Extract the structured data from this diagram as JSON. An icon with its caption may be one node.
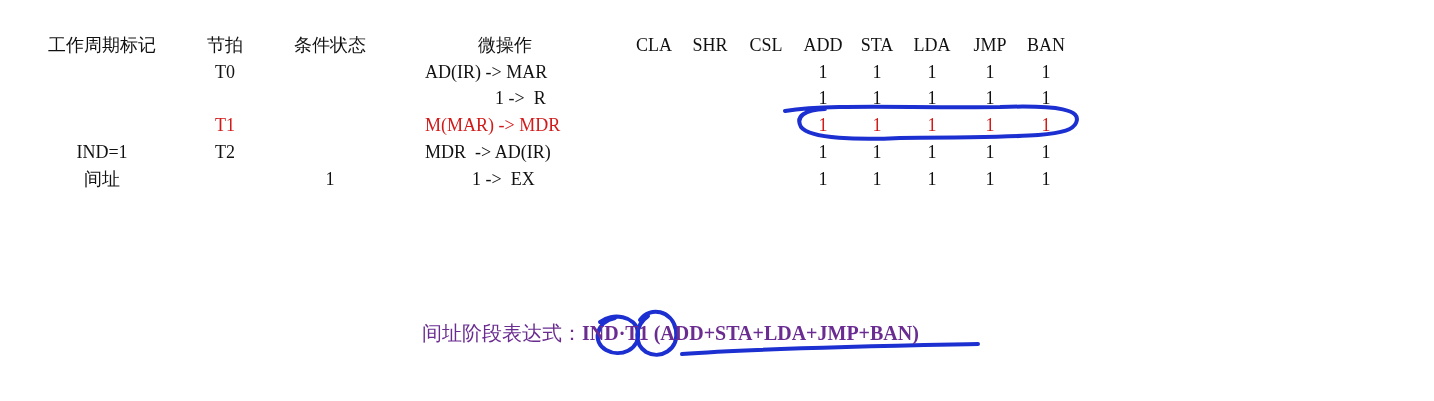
{
  "diagram": {
    "labels": [
      "工作周期标记",
      "节拍",
      "条件状态",
      "微操作",
      "CLA",
      "SHR",
      "CSL",
      "ADD",
      "STA",
      "LDA",
      "JMP",
      "BAN",
      "T0",
      "AD(IR) -> MAR",
      "1",
      "1",
      "1",
      "1",
      "1",
      "1 ->  R",
      "1",
      "1",
      "1",
      "1",
      "1",
      "T1",
      "M(MAR) -> MDR",
      "1",
      "1",
      "1",
      "1",
      "1",
      "IND=1",
      "T2",
      "MDR  -> AD(IR)",
      "1",
      "1",
      "1",
      "1",
      "1",
      "间址",
      "1",
      "1 ->  EX",
      "1",
      "1",
      "1",
      "1",
      "1",
      "间址阶段表达式：**IND·T1 (ADD+STA+LDA+JMP+BAN)**"
    ]
  }
}
